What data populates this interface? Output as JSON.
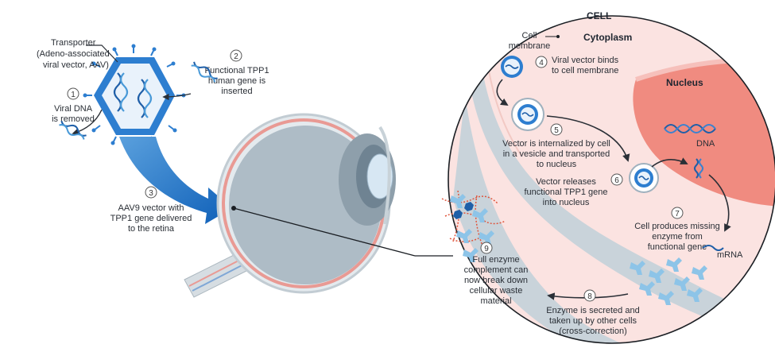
{
  "left": {
    "transporter": [
      "Transporter",
      "(Adeno-associated",
      "viral vector, AAV)"
    ],
    "step1": {
      "num": "1",
      "lines": [
        "Viral DNA",
        "is removed"
      ]
    },
    "step2": {
      "num": "2",
      "lines": [
        "Functional TPP1",
        "human gene is",
        "inserted"
      ]
    },
    "step3": {
      "num": "3",
      "lines": [
        "AAV9 vector with",
        "TPP1 gene delivered",
        "to the retina"
      ]
    }
  },
  "cell": {
    "title": "CELL",
    "membrane": [
      "Cell",
      "membrane"
    ],
    "cytoplasm": "Cytoplasm",
    "nucleus": "Nucleus",
    "dna": "DNA",
    "mrna": "mRNA",
    "step4": {
      "num": "4",
      "lines": [
        "Viral vector binds",
        "to cell membrane"
      ]
    },
    "step5": {
      "num": "5",
      "lines": [
        "Vector is internalized by cell",
        "in a vesicle and transported",
        "to nucleus"
      ]
    },
    "step6": {
      "num": "6",
      "lines": [
        "Vector releases",
        "functional TPP1 gene",
        "into nucleus"
      ]
    },
    "step7": {
      "num": "7",
      "lines": [
        "Cell produces missing",
        "enzyme from",
        "functional gene"
      ]
    },
    "step8": {
      "num": "8",
      "lines": [
        "Enzyme is secreted and",
        "taken up by other cells",
        "(cross-correction)"
      ]
    },
    "step9": {
      "num": "9",
      "lines": [
        "Full enzyme",
        "complement can",
        "now break down",
        "cellular waste",
        "material"
      ]
    }
  },
  "colors": {
    "vector_blue": "#1f6fc4",
    "cell_pink": "#fbe3e1",
    "membrane_gray": "#c9d3da",
    "nucleus_salmon": "#f08b80",
    "retina_red": "#e99a94"
  }
}
